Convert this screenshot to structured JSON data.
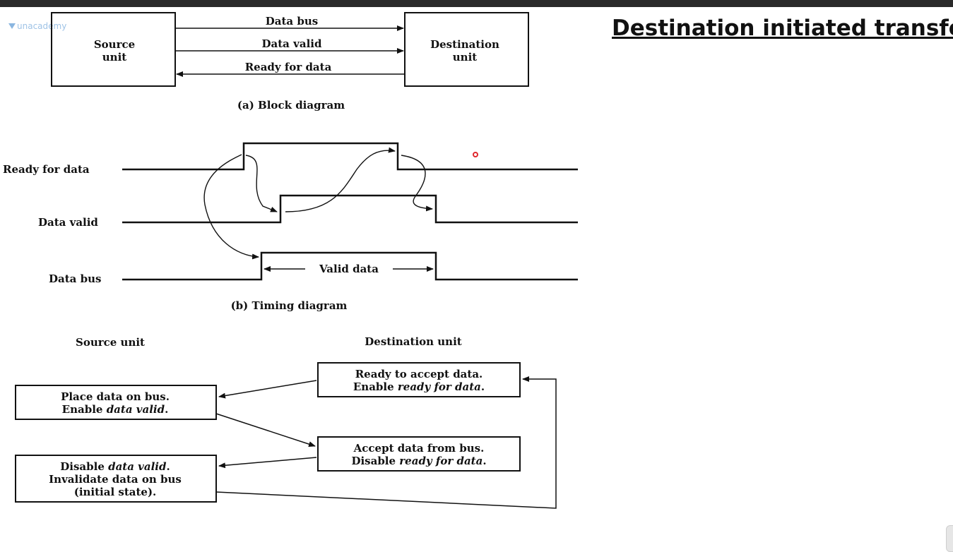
{
  "title": "Destination initiated transfer",
  "watermark": "unacademy",
  "block_diagram": {
    "source": [
      "Source",
      "unit"
    ],
    "destination": [
      "Destination",
      "unit"
    ],
    "signals": [
      "Data bus",
      "Data valid",
      "Ready for data"
    ],
    "caption": "(a) Block diagram"
  },
  "timing_diagram": {
    "signals": [
      "Ready for data",
      "Data valid",
      "Data bus"
    ],
    "valid_data_label": "Valid data",
    "caption": "(b) Timing diagram"
  },
  "sequence": {
    "source_header": "Source unit",
    "destination_header": "Destination unit",
    "source_steps": [
      {
        "line1": "Place data on bus.",
        "line2_prefix": "Enable ",
        "line2_italic": "data valid",
        "line2_suffix": "."
      },
      {
        "line1_prefix": "Disable ",
        "line1_italic": "data valid",
        "line1_suffix": ".",
        "line2": "Invalidate data on bus",
        "line3": "(initial state)."
      }
    ],
    "destination_steps": [
      {
        "line1": "Ready to accept data.",
        "line2_prefix": "Enable ",
        "line2_italic": "ready for data",
        "line2_suffix": "."
      },
      {
        "line1": "Accept data from bus.",
        "line2_prefix": "Disable ",
        "line2_italic": "ready for data",
        "line2_suffix": "."
      }
    ]
  },
  "colors": {
    "ink": "#111111",
    "topbar": "#2a2a2a",
    "pointer": "#e0282e",
    "watermark": "#9fc3e6"
  }
}
